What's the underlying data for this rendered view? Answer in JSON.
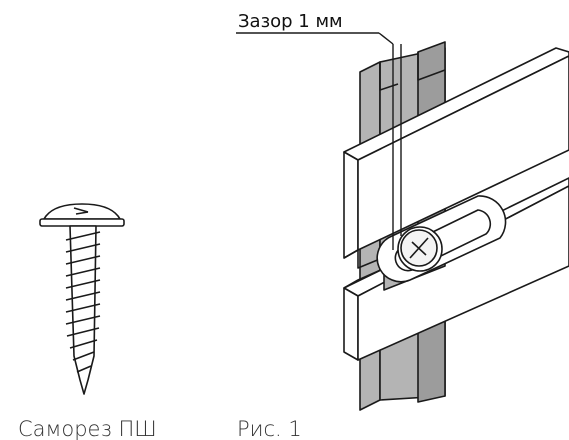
{
  "labels": {
    "gap": "Зазор 1 мм",
    "screw_caption": "Саморез ПШ",
    "figure_caption": "Рис. 1"
  },
  "colors": {
    "line": "#1a1a1a",
    "profile_fill": "#b4b4b4",
    "panel_fill": "#ffffff"
  }
}
